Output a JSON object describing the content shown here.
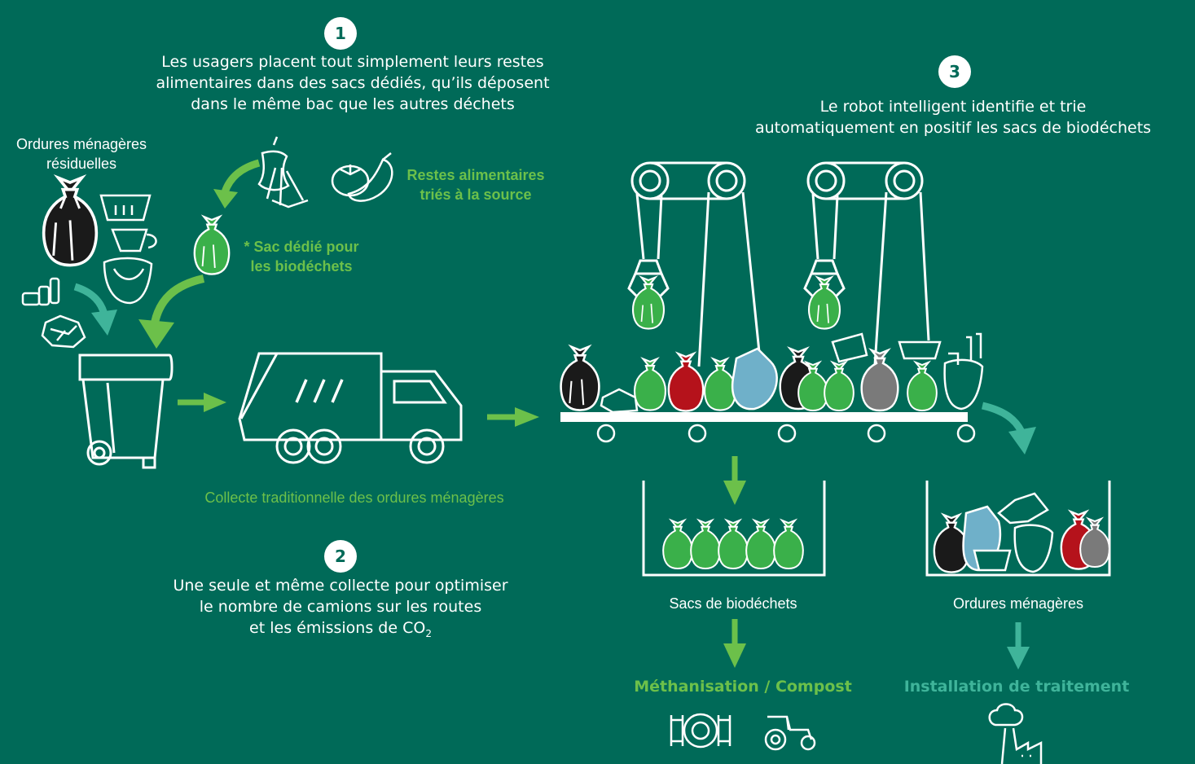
{
  "colors": {
    "background": "#006a58",
    "green": "#6cc04a",
    "bright_green": "#3ab04a",
    "teal": "#3fb49a",
    "bag_black": "#1a1a1a",
    "bag_red": "#b5121b",
    "bag_blue": "#6fb0c9",
    "bag_grey": "#7a7a7a",
    "white": "#ffffff"
  },
  "step1": {
    "number": "1",
    "text_line1": "Les usagers placent tout simplement leurs restes",
    "text_line2": "alimentaires dans des sacs dédiés, qu’ils déposent",
    "text_line3": "dans le même bac que les autres déchets"
  },
  "step2": {
    "number": "2",
    "text_line1": "Une seule et même collecte pour optimiser",
    "text_line2": "le nombre de camions sur les routes",
    "text_line3_prefix": "et les émissions de CO",
    "text_line3_sub": "2"
  },
  "step3": {
    "number": "3",
    "text_line1": "Le robot intelligent identifie et trie",
    "text_line2": "automatiquement en positif les sacs de biodéchets"
  },
  "labels": {
    "residual_line1": "Ordures ménagères",
    "residual_line2": "résiduelles",
    "food_waste_line1": "Restes alimentaires",
    "food_waste_line2": "triés à la source",
    "bag_line1": "* Sac dédié pour",
    "bag_line2": "les biodéchets",
    "collection": "Collecte traditionnelle des ordures ménagères",
    "biowaste_bags": "Sacs de biodéchets",
    "household_waste": "Ordures ménagères",
    "methanisation": "Méthanisation / Compost",
    "treatment": "Installation de traitement"
  },
  "icons": [
    "black-bag-icon",
    "basket-icon",
    "cup-icon",
    "diaper-icon",
    "bottles-icon",
    "crumpled-paper-icon",
    "apple-core-icon",
    "banana-peel-icon",
    "tomato-icon",
    "eggplant-icon",
    "green-bag-icon",
    "wheelie-bin-icon",
    "garbage-truck-icon",
    "robot-arm-icon",
    "conveyor-belt-icon",
    "digester-icon",
    "tractor-icon",
    "factory-icon"
  ]
}
